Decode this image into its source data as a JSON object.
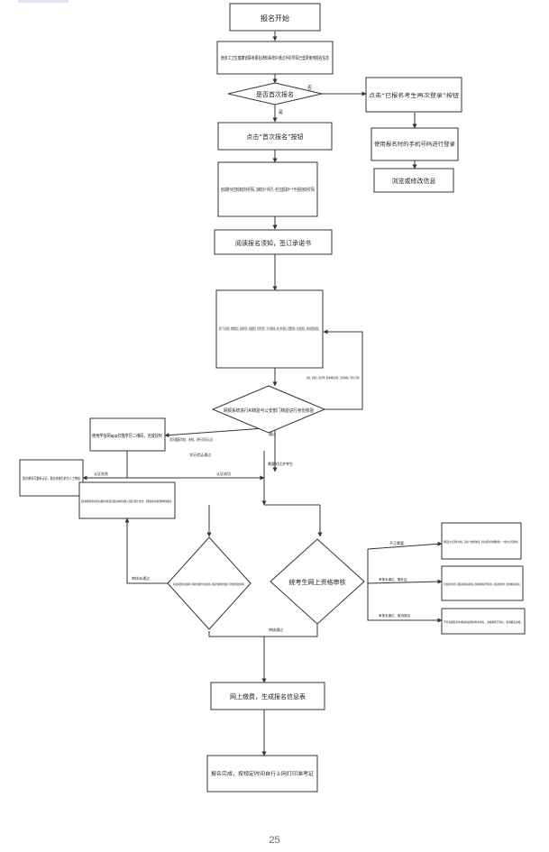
{
  "flowchart": {
    "start": "报名开始",
    "login": "南京工卫生健康省联考报名通知系统中通过手机号码已登录使用报名信息",
    "q_first": "是否首次报名",
    "yes": "是",
    "no": "否",
    "btn_first": "点击“首次报名”按钮",
    "phone_bind": "自动获取与考生微信绑定的手机号码，如绑定多个手机号，考生应选择其中一个作为报名用的手机号码",
    "read_notice": "阅读报名须知，签订承诺书",
    "fill_info": "填写“个人基本信息、教育背景信息、优录条件信息、志愿填报信息、考试考区信息”，并上传证明材料，自拍上传头像信息，设置登录密码，点击提交按钮后，系统自动提交报名信息。",
    "ai_check": "网报系统进行AI核验与公安部门核验进行身份核验",
    "ai_fail_note": "未通过，检查信息、身份证号码、照片等重新提交核验，三次核验未通过，可转为人工审核。",
    "btn_again": "点击“已报名考生再次登录”按钮",
    "login_again": "使用报名时的手机号码进行登录",
    "view_edit": "浏览或修改信息",
    "pass": "通过",
    "xuexin_fail": "学历重复学校、未找、进行学历认证",
    "xuexin_box": "使用学信网app扫描学历二维码，完成授权",
    "xuexin_done": "学历验证通过",
    "manual_box": "报名期间可重新认证，报名结束后转为人工审核",
    "cert_fail": "认证失败",
    "cert_ok": "认证成功",
    "agree_note": "需要对比并考生",
    "review_box": "报名资格审核按通过的考生在报名时间通过网上报名系统将考生类型从“应届生”更换为“统考生”，所报院校考生的报名要求重新填报信息。",
    "exam_diamond": "统考生网上资格审核",
    "left_diamond": "考试院信息审核按照考生在报名期间内，所填报的信息的审核方式对考生进行审核，检查是否符合报考院校的考生要求，如不符合要求则退回考生重新填报。",
    "review_fail": "审核未通过",
    "branch1": "不正需要",
    "branch1_box": "审核结论为“补正审核”的考生，只提供一次重新修改机会，考生在规定时间内按要求修改，一次性补充上传证明材料。",
    "branch2": "考核未通过，需补证",
    "branch2_box": "不符合报名条件的考生，经报名系统审核在提交审核后，报考院校内审核的不予报考考生，考生应在规定时间内，修改并重新确认报名信息。",
    "branch3": "审核未通过，取消报名",
    "branch3_box": "不符合报名条件或提供虚假材料的考生，资格审核不通过，取消报名资格。",
    "review_pass": "审核通过",
    "pay": "网上缴费，生成报名信息表",
    "finish": "报名完成，按规定时间自行上网打印准考证"
  },
  "page_number": "25"
}
